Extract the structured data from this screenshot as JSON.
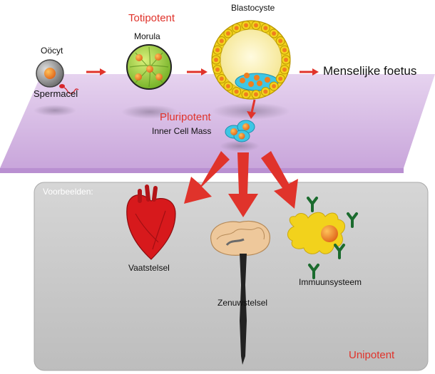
{
  "labels": {
    "oocyte": "Oöcyt",
    "sperm": "Spermacel",
    "totipotent": "Totipotent",
    "morula": "Morula",
    "blastocyst": "Blastocyste",
    "fetus": "Menselijke foetus",
    "pluripotent": "Pluripotent",
    "icm": "Inner Cell Mass",
    "examples": "Voorbeelden:",
    "heart": "Vaatstelsel",
    "nervous": "Zenuwstelsel",
    "immune": "Immuunsysteem",
    "unipotent": "Unipotent"
  },
  "colors": {
    "accent_red": "#e0332b",
    "plane_purple": "#d9bde6",
    "panel_gray": "#c9c9c9",
    "cell_yellow": "#f2d21c",
    "cell_orange": "#f07f1e",
    "morula_green": "#9bd34a",
    "icm_cyan": "#3fc6e3"
  }
}
